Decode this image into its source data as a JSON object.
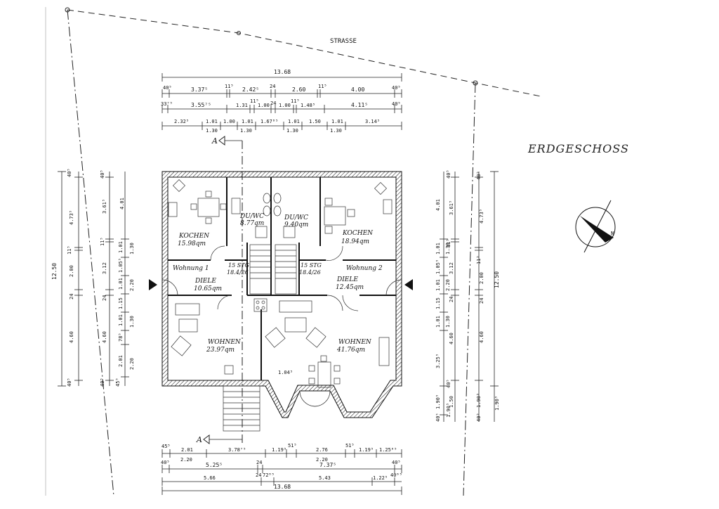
{
  "plan": {
    "title": "ERDGESCHOSS",
    "street": "STRASSE",
    "north_label": "N",
    "section_mark": "A",
    "rooms": [
      {
        "name": "KOCHEN",
        "area": "15.98qm"
      },
      {
        "name": "DU/WC",
        "area": "8.77qm"
      },
      {
        "name": "DU/WC",
        "area": "9.40qm"
      },
      {
        "name": "KOCHEN",
        "area": "18.94qm"
      },
      {
        "name": "Wohnung 1",
        "area": ""
      },
      {
        "name": "DIELE",
        "area": "10.65qm"
      },
      {
        "name": "15 STG",
        "area": "18.4/26"
      },
      {
        "name": "15 STG",
        "area": "18.4/26"
      },
      {
        "name": "Wohnung 2",
        "area": ""
      },
      {
        "name": "DIELE",
        "area": "12.45qm"
      },
      {
        "name": "WOHNEN",
        "area": "23.97qm"
      },
      {
        "name": "WOHNEN",
        "area": "41.76qm"
      }
    ],
    "note_104": "1.04⁵"
  },
  "dims": {
    "top": {
      "r1": [
        "13.68"
      ],
      "r2": [
        "40⁵",
        "3.37⁵",
        "11⁵",
        "2.42⁵",
        "24",
        "2.60",
        "11⁵",
        "4.00",
        "40⁵"
      ],
      "r3": [
        "33⁷⁵",
        "3.55⁷⁵",
        "1.31",
        "11⁵",
        "1.00",
        "24",
        "1.00",
        "11⁵",
        "1.48⁵",
        "4.11⁵",
        "40⁵"
      ],
      "r4": [
        "2.32⁵",
        "1.01",
        "1.00",
        "1.01",
        "1.67⁸⁵",
        "1.01",
        "1.50",
        "1.01",
        "3.14⁵"
      ],
      "r4b": [
        "1.30",
        "1.30",
        "1.30",
        "1.30"
      ]
    },
    "bottom": {
      "r1": [
        "45⁵",
        "2.01",
        "3.78⁷⁵",
        "1.19⁵",
        "51⁵",
        "2.76",
        "51⁵",
        "1.19⁵",
        "1.25⁶⁵"
      ],
      "r1b": [
        "2.20",
        "2.20"
      ],
      "r2": [
        "40⁵",
        "5.25⁵",
        "24",
        "7.37⁵",
        "40⁵"
      ],
      "r3": [
        "5.66",
        "24",
        "72⁸⁵",
        "5.43",
        "1.22⁵",
        "40⁶⁵"
      ],
      "r4": [
        "13.68"
      ]
    },
    "left": {
      "c1": [
        "12.50"
      ],
      "c2": [
        "40⁵",
        "4.73⁵",
        "11⁵",
        "2.00",
        "24",
        "4.60",
        "40⁵"
      ],
      "c3": [
        "40⁵",
        "3.61⁵",
        "11⁵",
        "3.12",
        "24",
        "4.60",
        "40⁵"
      ],
      "c4": [
        "4.01",
        "1.01",
        "1.05⁵",
        "1.01",
        "1.15",
        "1.01",
        "78⁵",
        "2.01",
        "45⁵"
      ],
      "c5": [
        "1.30",
        "2.20",
        "1.30",
        "2.20"
      ]
    },
    "right": {
      "c1": [
        "4.01",
        "1.01",
        "1.05⁵",
        "1.01",
        "1.15",
        "1.01",
        "3.25⁵",
        "1.90⁵",
        "40⁵"
      ],
      "c2": [
        "1.30",
        "2.20",
        "1.30",
        "1.50"
      ],
      "c3": [
        "40⁵",
        "3.61⁵",
        "11⁵",
        "3.12",
        "24",
        "4.60",
        "40⁵",
        "1.90⁵"
      ],
      "c4": [
        "40⁵",
        "4.73⁵",
        "11⁵",
        "2.00",
        "24",
        "4.60",
        "1.90⁵",
        "40⁵"
      ],
      "c5": [
        "12.50",
        "1.90⁵"
      ]
    }
  }
}
